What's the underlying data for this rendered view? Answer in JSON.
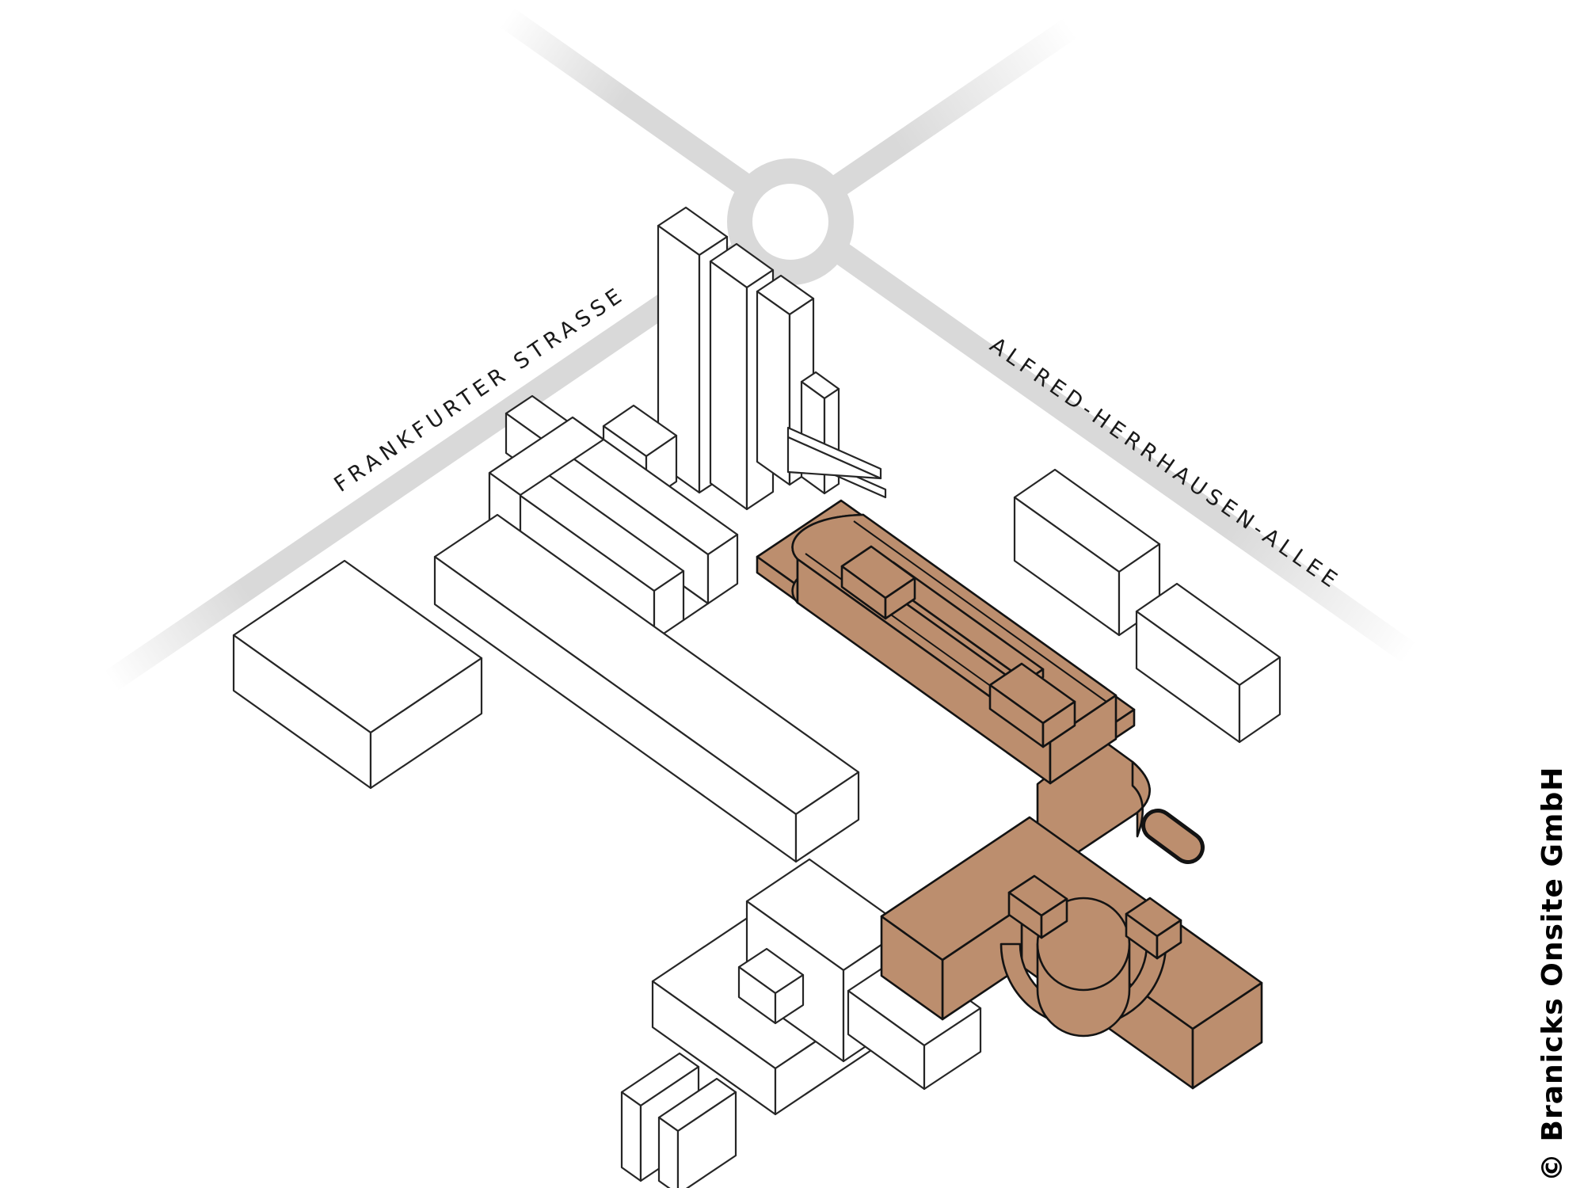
{
  "diagram": {
    "title_hidden": "",
    "streets": {
      "frankfurter": "FRANKFURTER STRASSE",
      "alfred": "ALFRED-HERRHAUSEN-ALLEE"
    },
    "copyright": "© Branicks Onsite GmbH",
    "colors": {
      "background": "#ffffff",
      "road": "#d9d9d9",
      "building_outline": "#262626",
      "highlight_brown": "#bc8e6e",
      "label_text": "#1a1a1a"
    },
    "features": {
      "roundabout": "roundabout-ring",
      "highlighted_buildings": [
        "long-bar-building-with-rounded-end",
        "l-shaped-building-with-rotunda"
      ],
      "context_buildings": [
        "tower-slab-cluster",
        "u-shaped-courtyard-building",
        "long-central-slab",
        "left-box-building",
        "right-box-building-1",
        "right-box-building-2",
        "south-complex"
      ]
    }
  }
}
